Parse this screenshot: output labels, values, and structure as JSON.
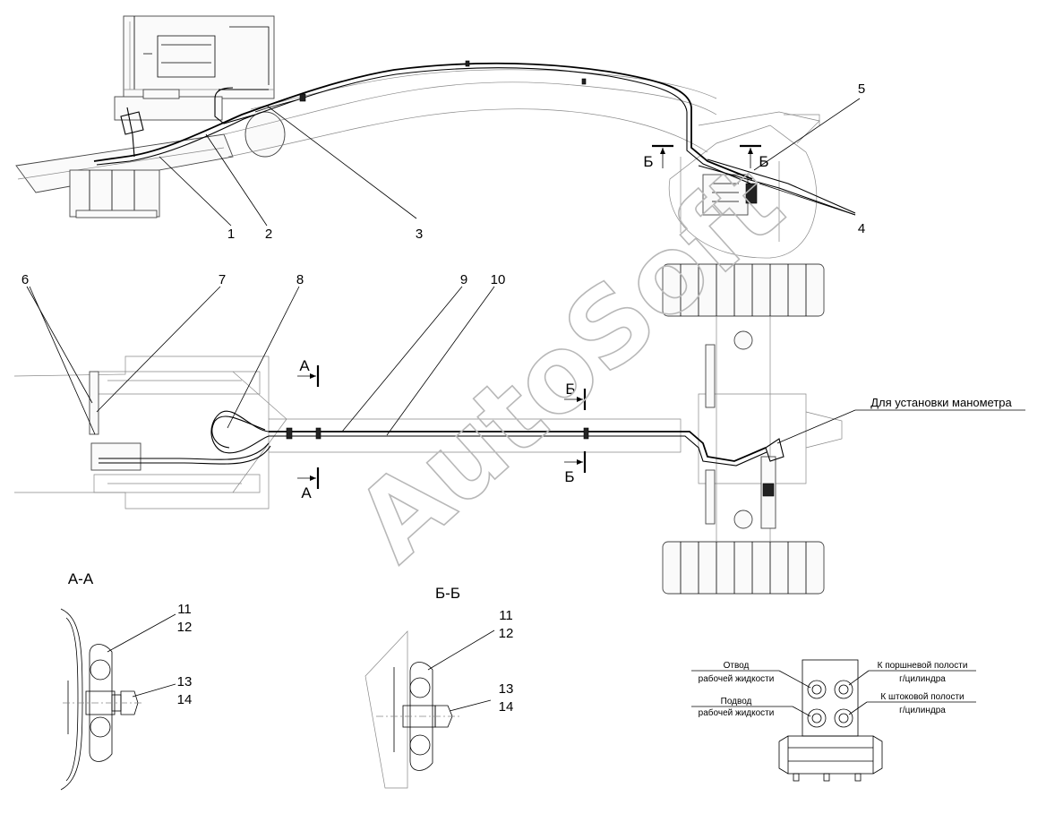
{
  "callouts": {
    "n1": "1",
    "n2": "2",
    "n3": "3",
    "n4": "4",
    "n5": "5",
    "n6": "6",
    "n7": "7",
    "n8": "8",
    "n9": "9",
    "n10": "10",
    "aa_11": "11",
    "aa_12": "12",
    "aa_13": "13",
    "aa_14": "14",
    "bb_11": "11",
    "bb_12": "12",
    "bb_13": "13",
    "bb_14": "14"
  },
  "section_marks": {
    "a_letter_top": "А",
    "a_letter_bottom": "А",
    "b_letter_top_left": "Б",
    "b_letter_top_right": "Б",
    "b_letter_plan_top": "Б",
    "b_letter_plan_bottom": "Б"
  },
  "section_titles": {
    "aa": "А-А",
    "bb": "Б-Б"
  },
  "labels": {
    "manometer": "Для установки манометра",
    "outlet_line1": "Отвод",
    "outlet_line2": "рабочей жидкости",
    "inlet_line1": "Подвод",
    "inlet_line2": "рабочей жидкости",
    "piston_line1": "К поршневой полости",
    "piston_line2": "г/цилиндра",
    "rod_line1": "К штоковой полости",
    "rod_line2": "г/цилиндра"
  },
  "watermark": "AutoSoft"
}
